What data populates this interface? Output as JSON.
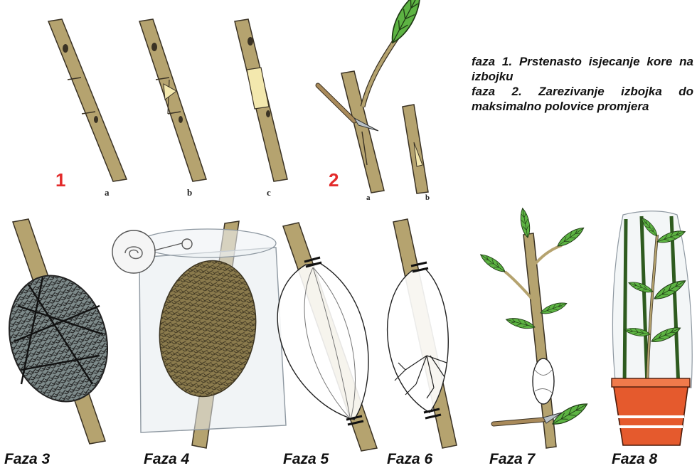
{
  "phase_numbers": [
    "1",
    "2"
  ],
  "sub_labels": {
    "group1": [
      "a",
      "b",
      "c"
    ],
    "group2": [
      "a",
      "b"
    ]
  },
  "description": [
    "faza 1. Prstenasto isjecanje kore na izbojku",
    "faza 2. Zarezivanje izbojka do maksimalno polovice promjera"
  ],
  "phase_labels": [
    "Faza 3",
    "Faza 4",
    "Faza 5",
    "Faza 6",
    "Faza 7",
    "Faza 8"
  ],
  "colors": {
    "stem": "#b5a36f",
    "stem_outline": "#3a3224",
    "leaf": "#5db443",
    "number_red": "#e32b2b",
    "cambium": "#f3e8ae",
    "pot": "#e55a2d"
  }
}
